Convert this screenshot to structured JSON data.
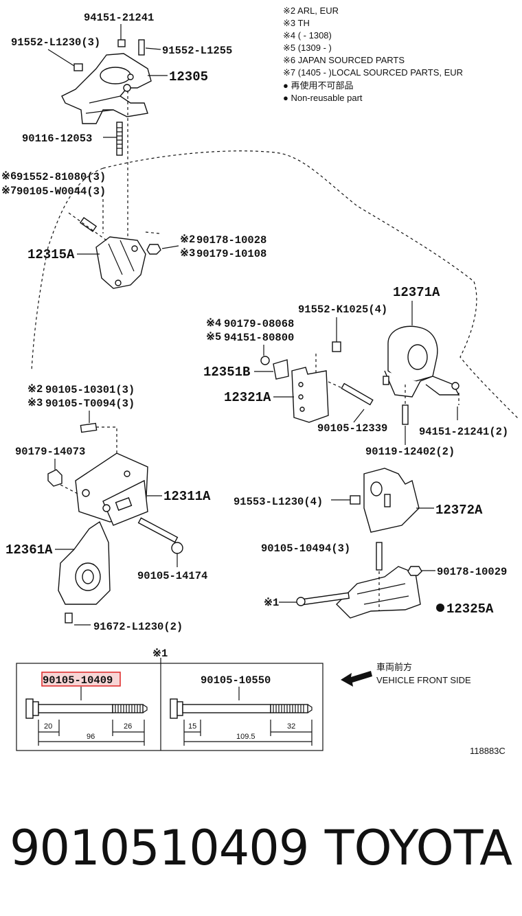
{
  "notes": [
    "※2 ARL, EUR",
    "※3 TH",
    "※4 (      - 1308)",
    "※5 (1309 -       )",
    "※6 JAPAN SOURCED PARTS",
    "※7 (1405 -       )LOCAL SOURCED PARTS, EUR",
    "● 再使用不可部品",
    "● Non-reusable part"
  ],
  "labels": {
    "p94151_21241": "94151-21241",
    "p91552_L1230": "91552-L1230(3)",
    "p91552_L1255": "91552-L1255",
    "p12305": "12305",
    "p90116_12053": "90116-12053",
    "p91552_81080": "91552-81080(3)",
    "p90105_W0044": "90105-W0044(3)",
    "m6": "※6",
    "m7": "※7",
    "p12315A": "12315A",
    "p90178_10028": "90178-10028",
    "p90179_10108": "90179-10108",
    "m2a": "※2",
    "m3a": "※3",
    "p12371A": "12371A",
    "p91552_K1025": "91552-K1025(4)",
    "p90179_08068": "90179-08068",
    "p94151_80800": "94151-80800",
    "m4": "※4",
    "m5": "※5",
    "p12351B": "12351B",
    "p12321A": "12321A",
    "p90105_12339": "90105-12339",
    "p94151_21241_2": "94151-21241(2)",
    "p90119_12402": "90119-12402(2)",
    "p90105_10301": "90105-10301(3)",
    "p90105_T0094": "90105-T0094(3)",
    "m2b": "※2",
    "m3b": "※3",
    "p90179_14073": "90179-14073",
    "p12311A": "12311A",
    "p91553_L1230": "91553-L1230(4)",
    "p12372A": "12372A",
    "p12361A": "12361A",
    "p90105_14174": "90105-14174",
    "p90105_10494": "90105-10494(3)",
    "p90178_10029": "90178-10029",
    "m1": "※1",
    "p12325A": "12325A",
    "p91672_L1230": "91672-L1230(2)",
    "m1_box": "※1"
  },
  "inset": {
    "left_part": "90105-10409",
    "left_dims": [
      "20",
      "26",
      "96"
    ],
    "right_part": "90105-10550",
    "right_dims": [
      "15",
      "32",
      "109.5"
    ]
  },
  "direction": {
    "jp": "車両前方",
    "en": "VEHICLE FRONT SIDE"
  },
  "diagram_code": "118883C",
  "footer": {
    "part_number": "9010510409",
    "brand": "TOYOTA"
  },
  "colors": {
    "highlight": "#e03030",
    "highlight_fill": "#f7d6d6",
    "line": "#111111"
  }
}
